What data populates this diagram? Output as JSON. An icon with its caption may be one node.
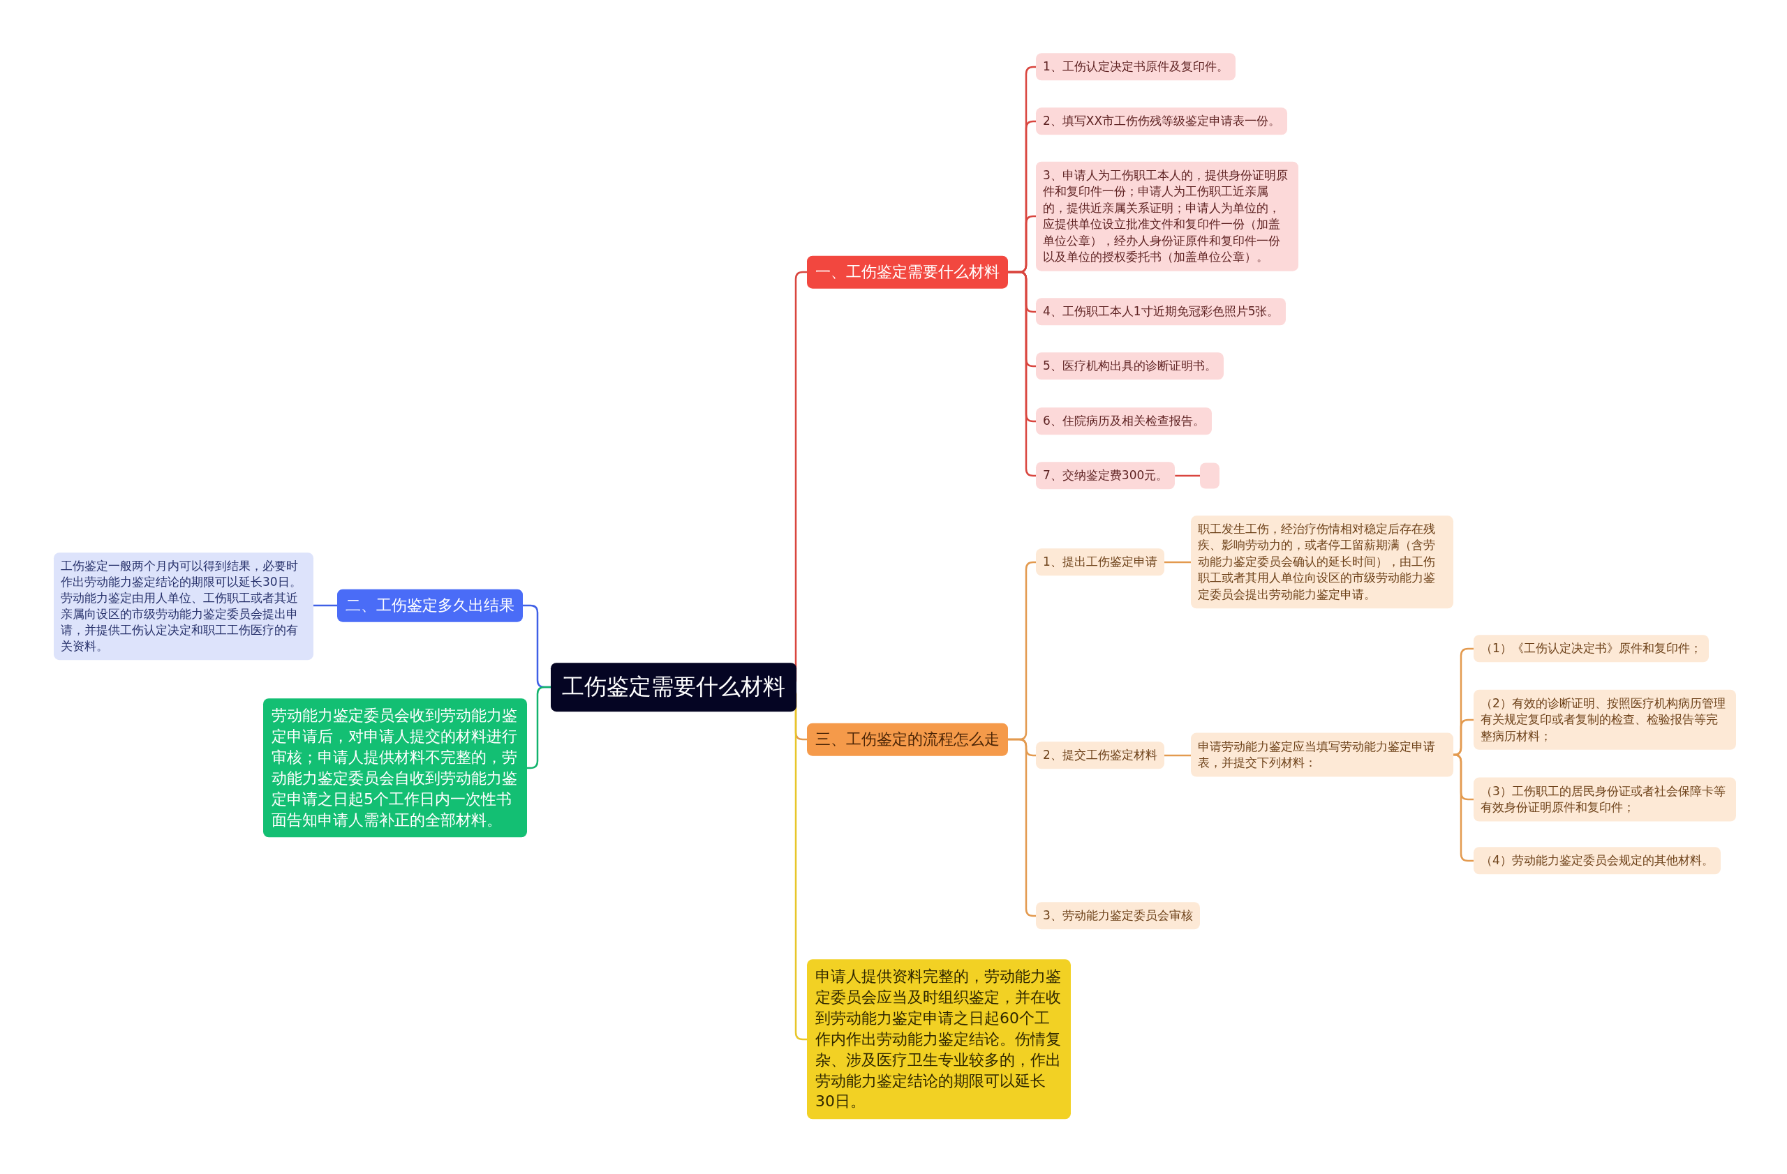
{
  "diagram": {
    "nodes": [
      {
        "text": [
          "工伤鉴定需要什么材料"
        ]
      },
      {
        "text": [
          "一、工伤鉴定需要什么材料"
        ]
      },
      {
        "text": [
          "1、工伤认定决定书原件及复印件。"
        ]
      },
      {
        "text": [
          "2、填写XX市工伤伤残等级鉴定申请表一份。"
        ]
      },
      {
        "text": [
          "3、申请人为工伤职工本人的，提供身份证明原件和复印件一份；申请人为工伤职工近亲属的，提供近亲属关系证明；申请人为单位的，应提供单位设立批准文件和复印件一份（加盖单位公章），经办人身份证原件和复印件一份以及单位的授权委托书（加盖单位公章）。"
        ]
      },
      {
        "text": [
          "4、工伤职工本人1寸近期免冠彩色照片5张。"
        ]
      },
      {
        "text": [
          "5、医疗机构出具的诊断证明书。"
        ]
      },
      {
        "text": [
          "6、住院病历及相关检查报告。"
        ]
      },
      {
        "text": [
          "7、交纳鉴定费300元。"
        ]
      },
      {
        "text": [],
        "shape": "box"
      },
      {
        "text": [
          "二、工伤鉴定多久出结果"
        ]
      },
      {
        "text": [
          "工伤鉴定一般两个月内可以得到结果，必要时作出劳动能力鉴定结论的期限可以延长30日。劳动能力鉴定由用人单位、工伤职工或者其近亲属向设区的市级劳动能力鉴定委员会提出申请，并提供工伤认定决定和职工工伤医疗的有关资料。"
        ]
      },
      {
        "text": [
          "劳动能力鉴定委员会收到劳动能力鉴定申请后，对申请人提交的材料进行审核；申请人提供材料不完整的，劳动能力鉴定委员会自收到劳动能力鉴定申请之日起5个工作日内一次性书面告知申请人需补正的全部材料。"
        ]
      },
      {
        "text": [
          "三、工伤鉴定的流程怎么走"
        ]
      },
      {
        "text": [
          "1、提出工伤鉴定申请"
        ]
      },
      {
        "text": [
          "职工发生工伤，经治疗伤情相对稳定后存在残疾、影响劳动力的，或者停工留薪期满（含劳动能力鉴定委员会确认的延长时间），由工伤职工或者其用人单位向设区的市级劳动能力鉴定委员会提出劳动能力鉴定申请。"
        ]
      },
      {
        "text": [
          "2、提交工伤鉴定材料"
        ]
      },
      {
        "text": [
          "申请劳动能力鉴定应当填写劳动能力鉴定申请表，并提交下列材料："
        ]
      },
      {
        "text": [
          "（1）《工伤认定决定书》原件和复印件；"
        ]
      },
      {
        "text": [
          "（2）有效的诊断证明、按照医疗机构病历管理有关规定复印或者复制的检查、检验报告等完整病历材料；"
        ]
      },
      {
        "text": [
          "（3）工伤职工的居民身份证或者社会保障卡等有效身份证明原件和复印件；"
        ]
      },
      {
        "text": [
          "（4）劳动能力鉴定委员会规定的其他材料。"
        ]
      },
      {
        "text": [
          "3、劳动能力鉴定委员会审核"
        ]
      },
      {
        "text": [
          "申请人提供资料完整的，劳动能力鉴定委员会应当及时组织鉴定，并在收到劳动能力鉴定申请之日起60个工作内作出劳动能力鉴定结论。伤情复杂、涉及医疗卫生专业较多的，作出劳动能力鉴定结论的期限可以延长30日。"
        ]
      }
    ],
    "edges": [
      {
        "from": 0,
        "to": 1,
        "arrow": "none",
        "color": "#d9463f"
      },
      {
        "from": 1,
        "to": 2,
        "arrow": "none",
        "color": "#d9463f"
      },
      {
        "from": 1,
        "to": 3,
        "arrow": "none",
        "color": "#d9463f"
      },
      {
        "from": 1,
        "to": 4,
        "arrow": "none",
        "color": "#d9463f"
      },
      {
        "from": 1,
        "to": 5,
        "arrow": "none",
        "color": "#d9463f"
      },
      {
        "from": 1,
        "to": 6,
        "arrow": "none",
        "color": "#d9463f"
      },
      {
        "from": 1,
        "to": 7,
        "arrow": "none",
        "color": "#d9463f"
      },
      {
        "from": 1,
        "to": 8,
        "arrow": "none",
        "color": "#d9463f"
      },
      {
        "from": 8,
        "to": 9,
        "arrow": "none",
        "color": "#d9463f"
      },
      {
        "from": 0,
        "to": 10,
        "arrow": "none",
        "color": "#3f5fe6"
      },
      {
        "from": 10,
        "to": 11,
        "arrow": "none",
        "color": "#3f5fe6"
      },
      {
        "from": 0,
        "to": 12,
        "arrow": "none",
        "color": "#12b36d"
      },
      {
        "from": 0,
        "to": 13,
        "arrow": "none"
      },
      {
        "from": 13,
        "to": 14,
        "arrow": "none"
      },
      {
        "from": 14,
        "to": 15,
        "arrow": "none"
      },
      {
        "from": 13,
        "to": 16,
        "arrow": "none"
      },
      {
        "from": 16,
        "to": 17,
        "arrow": "none"
      },
      {
        "from": 17,
        "to": 18,
        "arrow": "none"
      },
      {
        "from": 17,
        "to": 19,
        "arrow": "none"
      },
      {
        "from": 17,
        "to": 20,
        "arrow": "none"
      },
      {
        "from": 17,
        "to": 21,
        "arrow": "none"
      },
      {
        "from": 13,
        "to": 22,
        "arrow": "none"
      },
      {
        "from": 0,
        "to": 23,
        "arrow": "none",
        "color": "#e8c62a"
      }
    ]
  }
}
